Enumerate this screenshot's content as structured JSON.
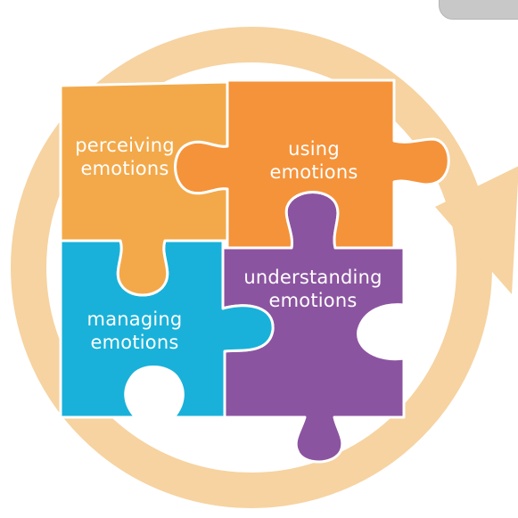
{
  "pieces": {
    "perceiving": {
      "line1": "perceiving",
      "line2": "emotions",
      "color": "#f3a94a"
    },
    "using": {
      "line1": "using",
      "line2": "emotions",
      "color": "#f5933a"
    },
    "managing": {
      "line1": "managing",
      "line2": "emotions",
      "color": "#19b1d9"
    },
    "understanding": {
      "line1": "understanding",
      "line2": "emotions",
      "color": "#8b54a0"
    }
  },
  "cycle_arrow": {
    "color": "#f6d3a1"
  },
  "stroke_color": "#ffffff"
}
